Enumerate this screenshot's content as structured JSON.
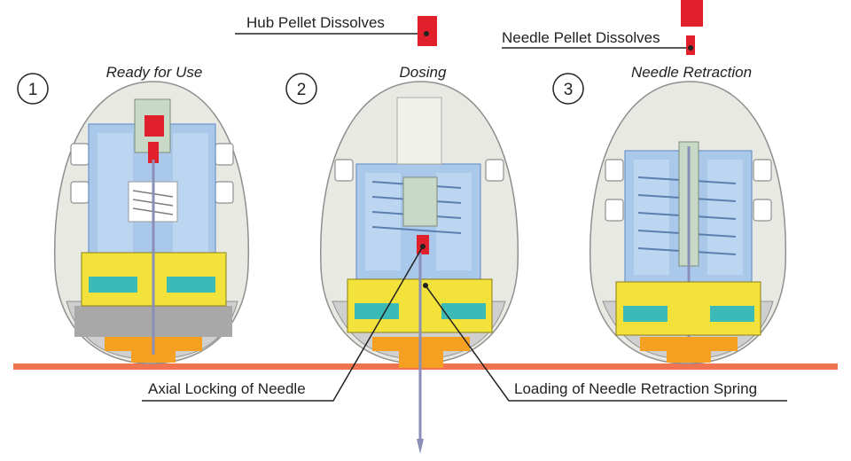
{
  "callouts": {
    "hub_pellet": "Hub Pellet Dissolves",
    "needle_pellet": "Needle Pellet Dissolves",
    "axial_locking": "Axial Locking of Needle",
    "loading_spring": "Loading of Needle Retraction Spring"
  },
  "stages": [
    {
      "number": "1",
      "title": "Ready for Use"
    },
    {
      "number": "2",
      "title": "Dosing"
    },
    {
      "number": "3",
      "title": "Needle Retraction"
    }
  ],
  "colors": {
    "shell": "#e9e9e3",
    "shell_edge": "#8f8f8f",
    "spring_blue": "#a9c8ea",
    "blue_dark": "#6e95c8",
    "hub_green": "#c9d9c7",
    "pellet_red": "#e0202a",
    "yellow": "#f3e23a",
    "teal": "#3bbab8",
    "orange": "#f5a020",
    "skin_line": "#f07450",
    "needle": "#8a8fb8"
  }
}
